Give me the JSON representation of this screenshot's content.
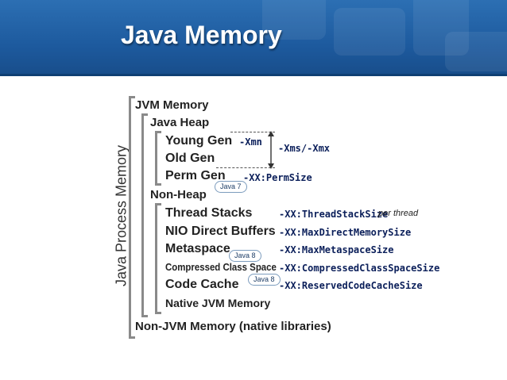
{
  "slide": {
    "title": "Java Memory",
    "vertical_label": "Java Process Memory"
  },
  "tree": {
    "jvm_memory": "JVM Memory",
    "java_heap": "Java Heap",
    "young_gen": "Young Gen",
    "old_gen": "Old Gen",
    "perm_gen": "Perm Gen",
    "non_heap": "Non-Heap",
    "thread_stacks": "Thread Stacks",
    "nio_buffers": "NIO Direct Buffers",
    "metaspace": "Metaspace",
    "compressed_class_space": "Compressed Class Space",
    "code_cache": "Code Cache",
    "native_jvm_memory": "Native JVM Memory",
    "non_jvm_memory": "Non-JVM Memory (native libraries)"
  },
  "flags": {
    "xmn": "-Xmn",
    "xms_xmx": "-Xms/-Xmx",
    "permsize": "-XX:PermSize",
    "thread_stack_size": "-XX:ThreadStackSize",
    "per_thread": "per thread",
    "max_direct_memory": "-XX:MaxDirectMemorySize",
    "max_metaspace": "-XX:MaxMetaspaceSize",
    "compressed_class_space_size": "-XX:CompressedClassSpaceSize",
    "reserved_code_cache": "-XX:ReservedCodeCacheSize"
  },
  "badges": {
    "perm_gen_version": "Java 7",
    "metaspace_version": "Java 8",
    "code_cache_version": "Java 8"
  },
  "colors": {
    "header": "#1d5a9e",
    "flag_text": "#0b1f5a",
    "bracket": "#8a8a8a"
  }
}
